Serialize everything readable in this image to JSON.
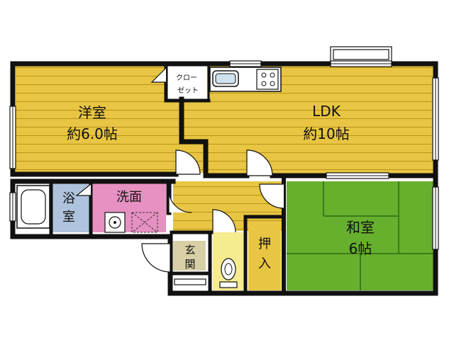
{
  "rooms": {
    "western": {
      "name": "洋室",
      "size": "約6.0帖"
    },
    "ldk": {
      "name": "LDK",
      "size": "約10帖"
    },
    "japanese": {
      "name": "和室",
      "size": "6帖"
    },
    "bath": {
      "name_line1": "浴",
      "name_line2": "室"
    },
    "washroom": {
      "name": "洗面"
    },
    "entrance": {
      "name_line1": "玄",
      "name_line2": "関"
    },
    "closet": {
      "name_line1": "クロー",
      "name_line2": "ゼット"
    },
    "oshiire": {
      "name_line1": "押",
      "name_line2": "入"
    }
  },
  "colors": {
    "wall": "#111111",
    "wood_floor": "#e8c542",
    "wood_line": "#b8951c",
    "tatami": "#66b02e",
    "tatami_line": "#2f6b12",
    "bath": "#aec3dc",
    "wash": "#e691c1",
    "entrance": "#d8cfa6",
    "toilet": "#f6ec8f"
  }
}
